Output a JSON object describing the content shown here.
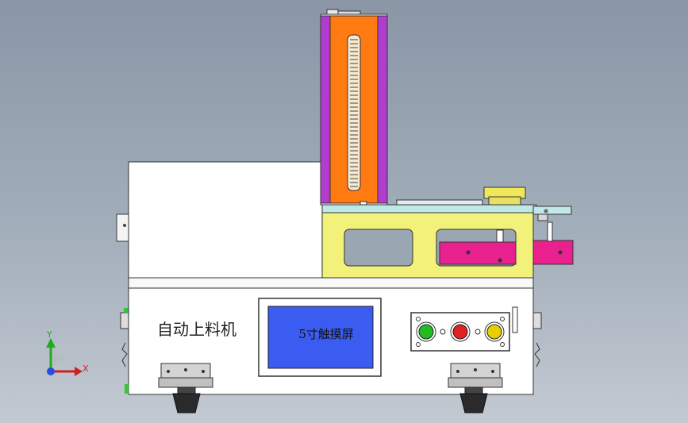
{
  "machine": {
    "front_label": "自动上料机",
    "screen_label": "5寸触摸屏"
  },
  "buttons": [
    {
      "name": "green",
      "color": "#22bb22"
    },
    {
      "name": "red",
      "color": "#dd2222"
    },
    {
      "name": "yellow",
      "color": "#e6d000"
    }
  ],
  "axes": {
    "y_label": "Y",
    "x_label": "X"
  },
  "colors": {
    "magazine": "#ff7a10",
    "magazine_side": "#b23cd0",
    "frame": "#f2f27a",
    "pusher": "#e8218f",
    "rail": "#bfe8e6",
    "screen": "#3a5cf0",
    "body": "#ffffff"
  }
}
